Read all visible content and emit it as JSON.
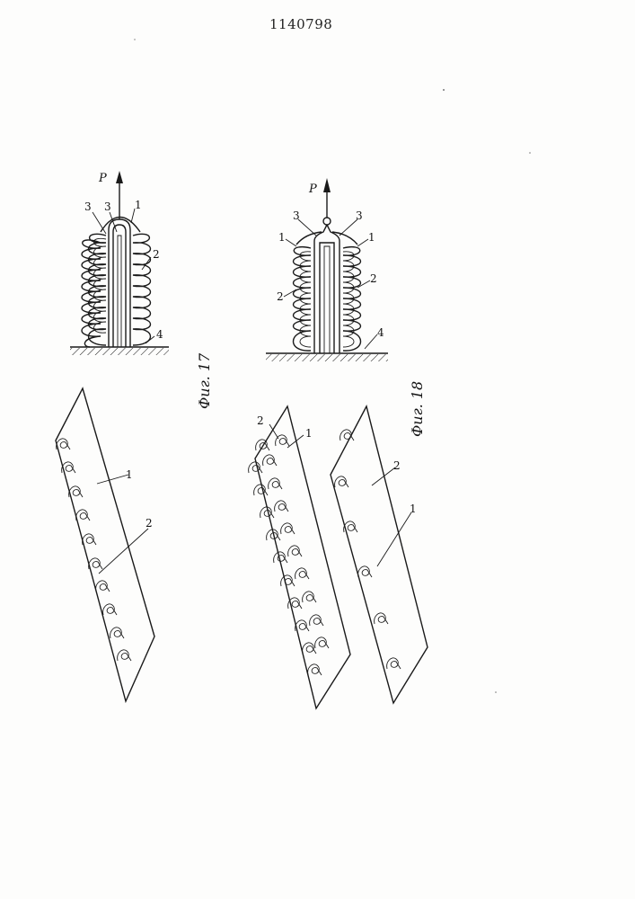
{
  "header": {
    "patent_number": "1140798"
  },
  "figures": [
    {
      "caption": "Фиг. 17",
      "force_label": "P",
      "labels": [
        "1",
        "2",
        "3",
        "3",
        "4"
      ],
      "plan_labels": [
        "1",
        "2"
      ]
    },
    {
      "caption": "Фиг. 18",
      "force_label": "P",
      "labels": [
        "1",
        "1",
        "2",
        "2",
        "3",
        "3",
        "4"
      ],
      "plan_left_labels": [
        "1",
        "2"
      ],
      "plan_right_labels": [
        "1",
        "2"
      ]
    }
  ]
}
